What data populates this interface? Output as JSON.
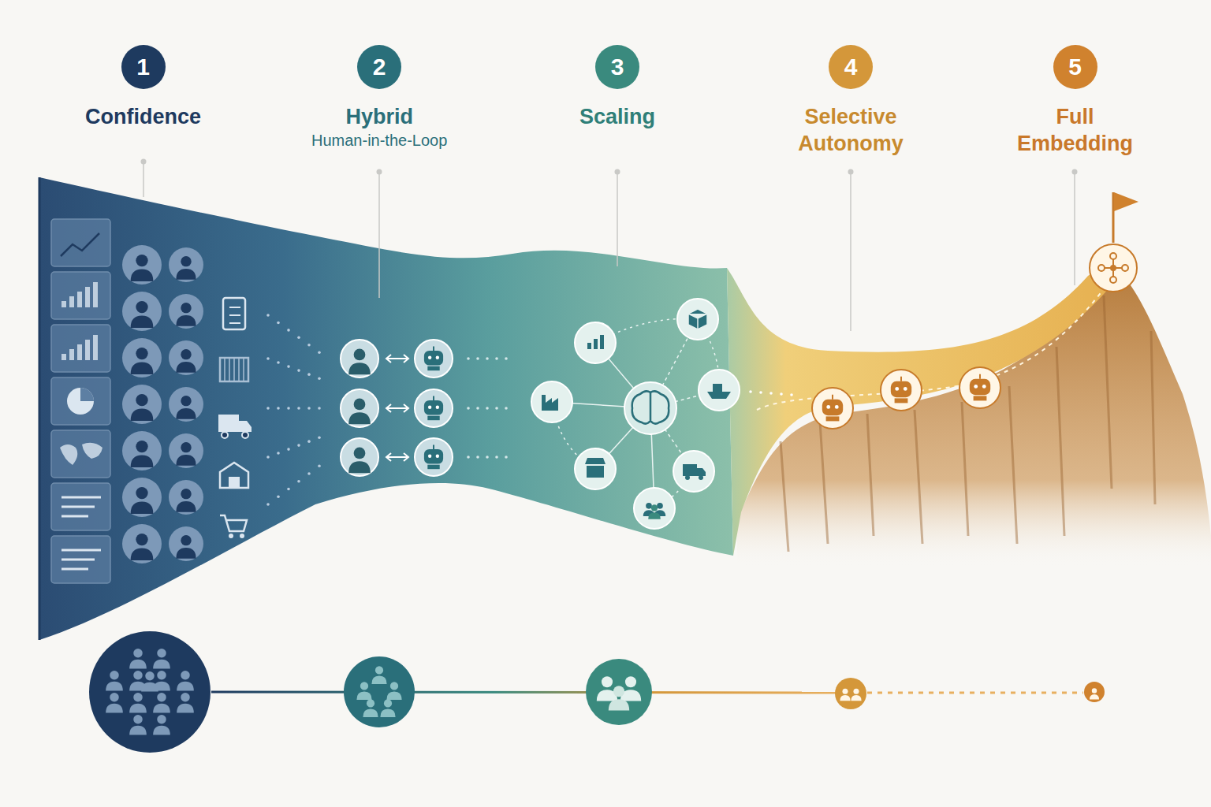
{
  "diagram": {
    "nodes": [
      {
        "text": [
          "1",
          "Confidence"
        ]
      },
      {
        "text": [
          "2",
          "Hybrid",
          "Human-in-the-Loop"
        ]
      },
      {
        "text": [
          "3",
          "Scaling"
        ]
      },
      {
        "text": [
          "4",
          "Selective Autonomy"
        ]
      },
      {
        "text": [
          "5",
          "Full Embedding"
        ]
      }
    ]
  }
}
